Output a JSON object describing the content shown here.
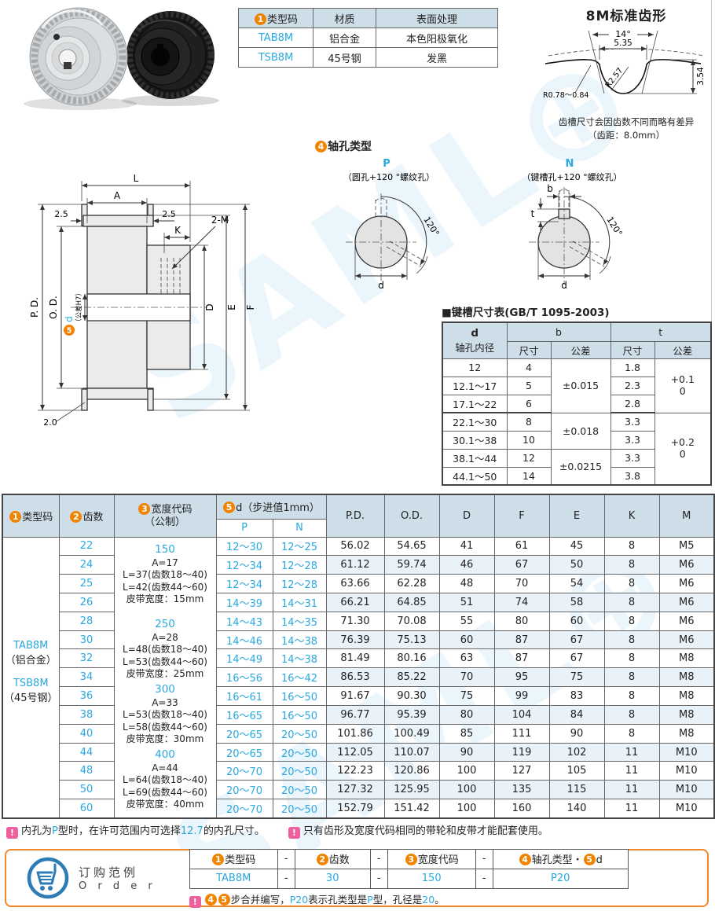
{
  "colors": {
    "accent_blue": "#29a9e0",
    "accent_orange": "#f08300",
    "pink": "#ee5f9e",
    "header_bg": "#cddee9",
    "stripe": "#e9f2f8",
    "order_border": "#f0882a"
  },
  "nums": {
    "n1": "1",
    "n2": "2",
    "n3": "3",
    "n4": "4",
    "n5": "5"
  },
  "icon_excl": "!",
  "watermark": "SAML⊕",
  "spec": {
    "h": [
      "类型码",
      "材质",
      "表面处理"
    ],
    "rows": [
      [
        "TAB8M",
        "铝合金",
        "本色阳极氧化"
      ],
      [
        "TSB8M",
        "45号钢",
        "发黑"
      ]
    ]
  },
  "tooth": {
    "title": "8M标准齿形",
    "angle": "14°",
    "width": "5.35",
    "r": "R2.57",
    "fillet": "R0.78～0.84",
    "depth": "3.54",
    "note1": "齿槽尺寸会因齿数不同而略有差异",
    "note2": "（齿距：8.0mm）"
  },
  "drawing": {
    "L": "L",
    "A": "A",
    "m_left": "2.5",
    "m_right": "2.5",
    "K": "K",
    "tap": "2-M",
    "PD": "P. D.",
    "OD": "O. D.",
    "d": "d",
    "d_tol": "（公差H7）",
    "D": "D",
    "E": "E",
    "F": "F",
    "flange_t": "2.0"
  },
  "shaft": {
    "title": "轴孔类型",
    "p": "P",
    "p_desc": "（圆孔+120 °螺纹孔）",
    "n": "N",
    "n_desc": "（键槽孔+120 °螺纹孔）",
    "angle": "120°",
    "d": "d",
    "b": "b",
    "t": "t"
  },
  "keyway": {
    "title": "■键槽尺寸表(GB/T 1095-2003)",
    "hd": "d",
    "hd_sub": "轴孔内径",
    "hb": "b",
    "ht": "t",
    "hsize": "尺寸",
    "htol": "公差",
    "rows": [
      [
        "12",
        "4",
        "1.8"
      ],
      [
        "12.1～17",
        "5",
        "2.3"
      ],
      [
        "17.1～22",
        "6",
        "2.8"
      ],
      [
        "22.1～30",
        "8",
        "3.3"
      ],
      [
        "30.1～38",
        "10",
        "3.3"
      ],
      [
        "38.1～44",
        "12",
        "3.3"
      ],
      [
        "44.1～50",
        "14",
        "3.8"
      ]
    ],
    "btol1": "±0.015",
    "btol2": "±0.018",
    "btol3": "±0.0215",
    "ttol1": "+0.1\n0",
    "ttol2": "+0.2\n0"
  },
  "main_table": {
    "h_type": "类型码",
    "h_teeth": "齿数",
    "h_width": "宽度代码\n（公制）",
    "h_d": "d（步进值1mm）",
    "h_p": "P",
    "h_n": "N",
    "h_cols": [
      "P.D.",
      "O.D.",
      "D",
      "F",
      "E",
      "K",
      "M"
    ],
    "type_codes": [
      {
        "code": "TAB8M",
        "mat": "（铝合金）"
      },
      {
        "code": "TSB8M",
        "mat": "（45号钢）"
      }
    ],
    "width_groups": [
      {
        "code": "150",
        "lines": [
          "A=17",
          "L=37(齿数18～40)",
          "L=42(齿数44～60)",
          "皮带宽度：15mm"
        ]
      },
      {
        "code": "250",
        "lines": [
          "A=28",
          "L=48(齿数18～40)",
          "L=53(齿数44～60)",
          "皮带宽度：25mm"
        ]
      },
      {
        "code": "300",
        "lines": [
          "A=33",
          "L=53(齿数18～40)",
          "L=58(齿数44～60)",
          "皮带宽度：30mm"
        ]
      },
      {
        "code": "400",
        "lines": [
          "A=44",
          "L=64(齿数18～40)",
          "L=69(齿数44～60)",
          "皮带宽度：40mm"
        ]
      }
    ],
    "rows": [
      [
        "22",
        "12～30",
        "12～25",
        "56.02",
        "54.65",
        "41",
        "61",
        "45",
        "8",
        "M5"
      ],
      [
        "24",
        "12～34",
        "12～28",
        "61.12",
        "59.74",
        "46",
        "67",
        "50",
        "8",
        "M6"
      ],
      [
        "25",
        "12～34",
        "12～28",
        "63.66",
        "62.28",
        "48",
        "70",
        "54",
        "8",
        "M6"
      ],
      [
        "26",
        "14～39",
        "14～31",
        "66.21",
        "64.85",
        "51",
        "74",
        "58",
        "8",
        "M6"
      ],
      [
        "28",
        "14～43",
        "14～35",
        "71.30",
        "70.08",
        "55",
        "80",
        "60",
        "8",
        "M6"
      ],
      [
        "30",
        "14～46",
        "14～38",
        "76.39",
        "75.13",
        "60",
        "87",
        "67",
        "8",
        "M6"
      ],
      [
        "32",
        "14～49",
        "14～38",
        "81.49",
        "80.16",
        "63",
        "87",
        "67",
        "8",
        "M8"
      ],
      [
        "34",
        "16～56",
        "16～42",
        "86.53",
        "85.22",
        "70",
        "95",
        "75",
        "8",
        "M8"
      ],
      [
        "36",
        "16～61",
        "16～50",
        "91.67",
        "90.30",
        "75",
        "99",
        "83",
        "8",
        "M8"
      ],
      [
        "38",
        "16～65",
        "16～50",
        "96.77",
        "95.39",
        "80",
        "104",
        "84",
        "8",
        "M8"
      ],
      [
        "40",
        "20～65",
        "20～50",
        "101.86",
        "100.49",
        "85",
        "111",
        "90",
        "8",
        "M8"
      ],
      [
        "44",
        "20～65",
        "20～50",
        "112.05",
        "110.07",
        "90",
        "119",
        "102",
        "11",
        "M10"
      ],
      [
        "48",
        "20～70",
        "20～50",
        "122.23",
        "120.86",
        "100",
        "127",
        "105",
        "11",
        "M10"
      ],
      [
        "50",
        "20～70",
        "20～50",
        "127.32",
        "125.95",
        "100",
        "135",
        "115",
        "11",
        "M10"
      ],
      [
        "60",
        "20～70",
        "20～50",
        "152.79",
        "151.42",
        "100",
        "160",
        "140",
        "11",
        "M10"
      ]
    ]
  },
  "footnotes": {
    "f1": [
      {
        "t": "内孔为"
      },
      {
        "t": "P",
        "c": "blue"
      },
      {
        "t": "型时，在许可范围内可选择"
      },
      {
        "t": "12.7",
        "c": "blue"
      },
      {
        "t": "的内孔尺寸。"
      }
    ],
    "f2": [
      {
        "t": "只有齿形及宽度代码相同的带轮和皮带才能配套使用。"
      }
    ]
  },
  "order": {
    "title_cn": "订购范例",
    "title_en": "O r d e r",
    "h1": "类型码",
    "h2": "齿数",
    "h3": "宽度代码",
    "h4a": "轴孔类型・",
    "h4b": "d",
    "dash": "-",
    "v": [
      "TAB8M",
      "30",
      "150",
      "P20"
    ],
    "note": [
      {
        "t": "4",
        "c": "circle"
      },
      {
        "t": "5",
        "c": "circle"
      },
      {
        "t": "步合并编写，"
      },
      {
        "t": "P20",
        "c": "blue"
      },
      {
        "t": "表示孔类型是"
      },
      {
        "t": "P",
        "c": "blue"
      },
      {
        "t": "型，孔径是"
      },
      {
        "t": "20",
        "c": "blue"
      },
      {
        "t": "。"
      }
    ]
  }
}
